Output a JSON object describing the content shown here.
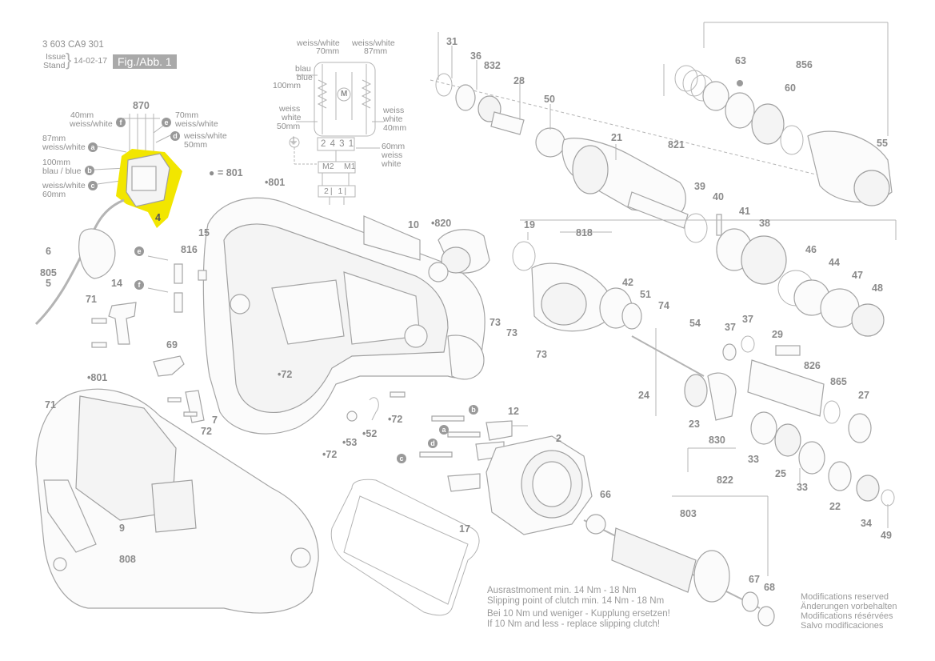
{
  "header": {
    "part_no": "3 603 CA9 301",
    "issue_label": "Issue",
    "stand_label": "Stand",
    "date": "14-02-17",
    "figure": "Fig./Abb. 1"
  },
  "wiring": {
    "top_left": [
      "weiss/white",
      "70mm"
    ],
    "top_right": [
      "weiss/white",
      "87mm"
    ],
    "blue": [
      "blau",
      "blue",
      "100mm"
    ],
    "left_white": [
      "weiss",
      "white",
      "50mm"
    ],
    "right_white": [
      "weiss",
      "white",
      "40mm"
    ],
    "motor_label": "M",
    "terminals": "2 4 3 1",
    "m2": "M2",
    "m1": "M1",
    "mid_right": [
      "60mm",
      "weiss",
      "white"
    ],
    "bottom_terminals": "2| 1|"
  },
  "switch_labels": {
    "l40": [
      "40mm",
      "weiss/white"
    ],
    "l87": [
      "87mm",
      "weiss/white"
    ],
    "l100": [
      "100mm",
      "blau / blue"
    ],
    "l60": [
      "weiss/white",
      "60mm"
    ],
    "r70": [
      "70mm",
      "weiss/white"
    ],
    "r50": [
      "weiss/white",
      "50mm"
    ],
    "equals_801": "= 801",
    "part870": "870",
    "part4": "4"
  },
  "letters": [
    "a",
    "b",
    "c",
    "d",
    "e",
    "f"
  ],
  "parts": {
    "p31": "31",
    "p36": "36",
    "p832": "832",
    "p28": "28",
    "p50": "50",
    "p21": "21",
    "p821": "821",
    "p63": "63",
    "p856": "856",
    "p60": "60",
    "p55": "55",
    "p39": "39",
    "p40": "40",
    "p41": "41",
    "p38": "38",
    "p46": "46",
    "p44": "44",
    "p47": "47",
    "p48": "48",
    "p19": "19",
    "p818": "818",
    "p42": "42",
    "p51": "51",
    "p74": "74",
    "p54": "54",
    "p73a": "73",
    "p73b": "73",
    "p73c": "73",
    "p37a": "37",
    "p37b": "37",
    "p29": "29",
    "p826": "826",
    "p865": "865",
    "p27": "27",
    "p24": "24",
    "p23": "23",
    "p830": "830",
    "p33a": "33",
    "p25": "25",
    "p33b": "33",
    "p822": "822",
    "p22": "22",
    "p34": "34",
    "p49": "49",
    "p10": "10",
    "p820": "820",
    "p801a": "801",
    "p801b": "801",
    "p15": "15",
    "p816": "816",
    "p6": "6",
    "p805": "805",
    "p5": "5",
    "p14": "14",
    "p71a": "71",
    "p71b": "71",
    "p69": "69",
    "p72a": "72",
    "p72b": "72",
    "p72c": "72",
    "p72d": "72",
    "p7": "7",
    "p53": "53",
    "p52": "52",
    "p12": "12",
    "p2": "2",
    "p66": "66",
    "p803": "803",
    "p17": "17",
    "p9": "9",
    "p808": "808",
    "p67": "67",
    "p68": "68"
  },
  "notes": {
    "clutch": [
      "Ausrastmoment min. 14 Nm - 18 Nm",
      "Slipping point of clutch min. 14 Nm - 18 Nm",
      "Bei 10 Nm und weniger - Kupplung ersetzen!",
      "If 10 Nm and less - replace slipping clutch!"
    ],
    "modifications": [
      "Modifications reserved",
      "Änderungen vorbehalten",
      "Modifications résérvées",
      "Salvo modificaciones"
    ]
  },
  "colors": {
    "highlight": "#f2e600",
    "line": "#b4b4b4",
    "text": "#8e8e8e"
  }
}
